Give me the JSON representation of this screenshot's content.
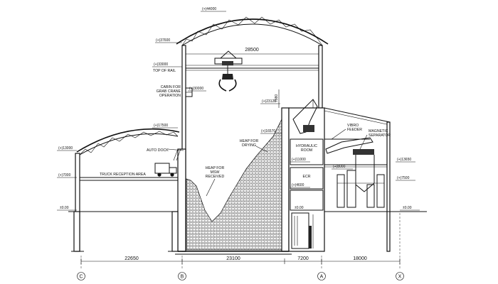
{
  "labels": {
    "top_of_rail": "TOP OF RAIL",
    "cabin": [
      "CABIN FOR",
      "GRAB CRANE",
      "OPERATION"
    ],
    "auto_dock": "AUTO DOCK",
    "truck_reception": "TRUCK RECEPTION AREA",
    "heap_msw": [
      "HEAP FOR",
      "MSW",
      "RECEIVED"
    ],
    "heap_drying": [
      "HEAP FOR",
      "DRYING"
    ],
    "hydraulic_room": [
      "HYDRAULIC",
      "ROOM"
    ],
    "ecr": "ECR",
    "vibro_feeder": [
      "VIBRO",
      "FEEDER"
    ],
    "magnetic_separator": [
      "MAGNETIC",
      "SEPARATOR"
    ]
  },
  "levels": {
    "roof_top": "(+)44000",
    "gantry_left": "(+)37600",
    "rail": "(+)33000",
    "cabin": "(+)30000",
    "hopper": "(+)23120",
    "left_roof": "(+)17500",
    "hopper_base": "(+)16570",
    "shed_eave": "(+)13000",
    "hydraulic": "(+)11000",
    "truck_floor": "(+)7000",
    "ecr_top": "(+)8000",
    "ecr_floor": "(+)4600",
    "zero_left": "±0.00",
    "zero_core": "±0.00",
    "zero_right": "±0.00",
    "right_upper": "(+)13650",
    "right_lower": "(+)7500",
    "cabin_height": "7080"
  },
  "dimensions": {
    "span_top": "28500",
    "c_b": "22650",
    "b_a1": "23100",
    "a1_a": "7200",
    "a_x": "18000"
  },
  "grid_lines": [
    "C",
    "B",
    "A",
    "X"
  ]
}
